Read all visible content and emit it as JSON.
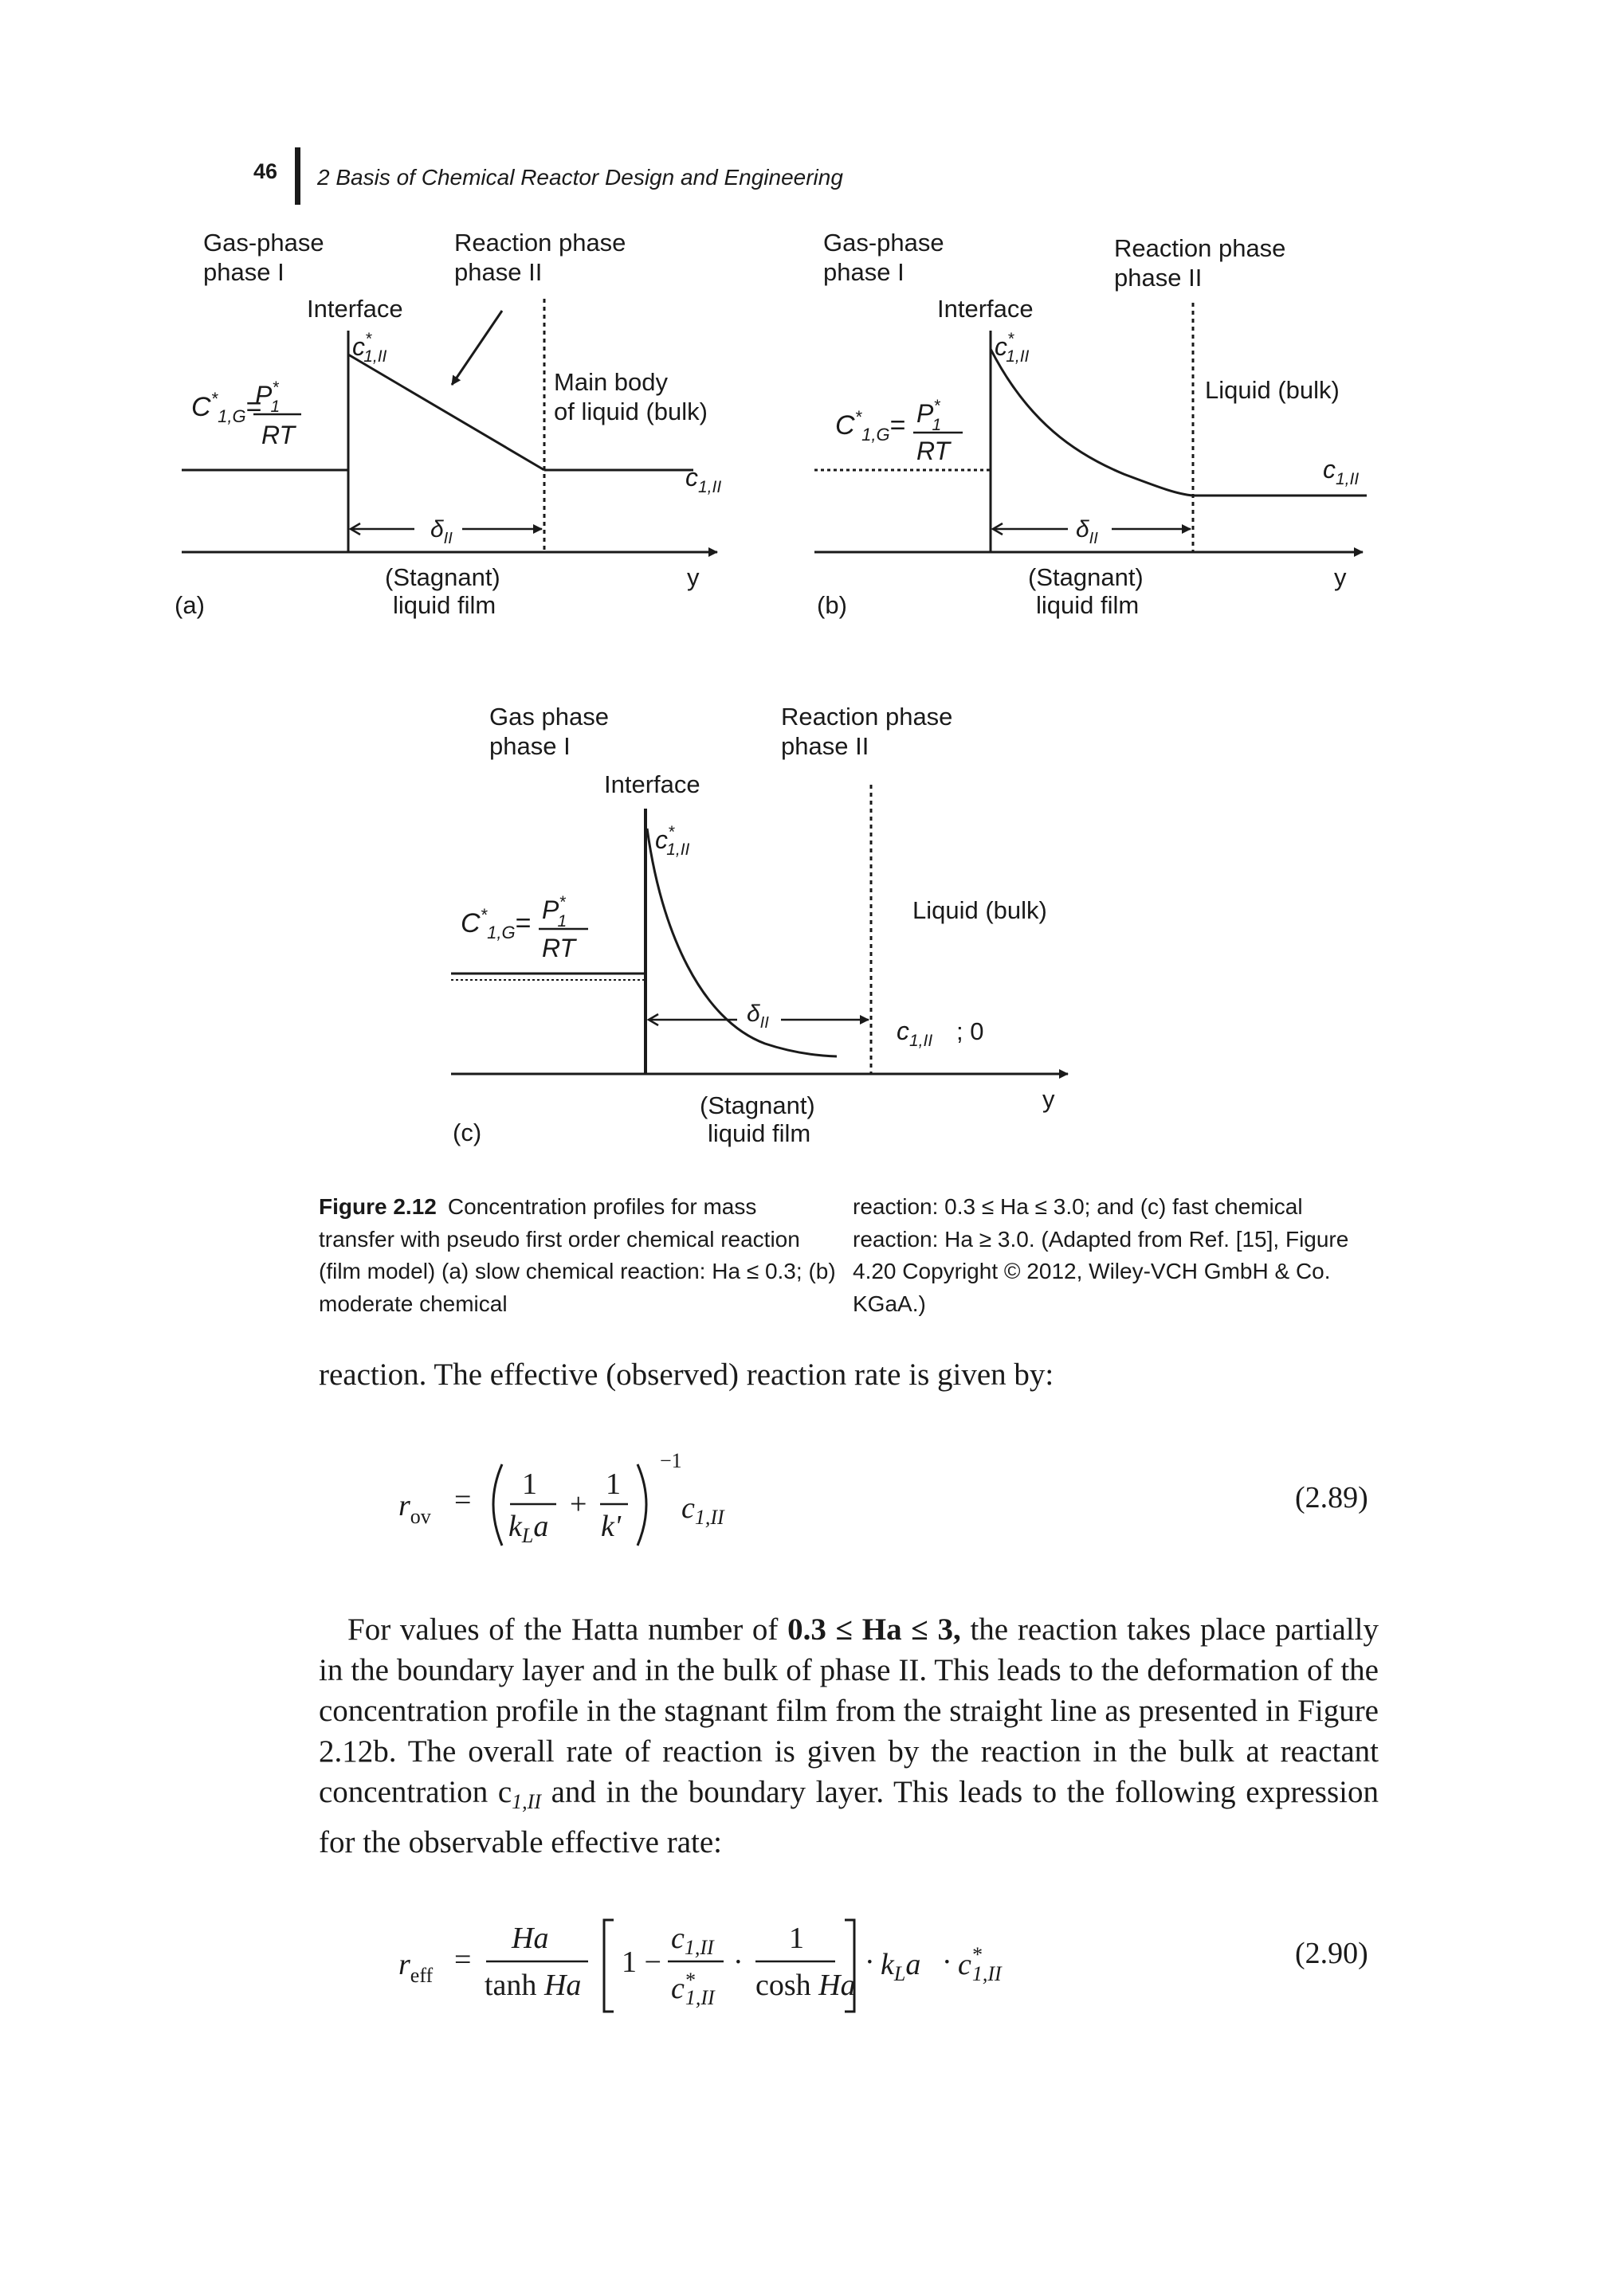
{
  "header": {
    "page_number": "46",
    "chapter": "2  Basis of Chemical Reactor Design and Engineering"
  },
  "figure": {
    "panel_a": {
      "tag": "(a)",
      "gas_label_1": "Gas-phase",
      "gas_label_2": "phase I",
      "reaction_label_1": "Reaction phase",
      "reaction_label_2": "phase II",
      "interface": "Interface",
      "bulk_label_1": "Main body",
      "bulk_label_2": "of liquid (bulk)",
      "film_label_1": "(Stagnant)",
      "film_label_2": "liquid film",
      "axis": "y"
    },
    "panel_b": {
      "tag": "(b)",
      "gas_label_1": "Gas-phase",
      "gas_label_2": "phase I",
      "reaction_label_1": "Reaction phase",
      "reaction_label_2": "phase II",
      "interface": "Interface",
      "bulk_label": "Liquid (bulk)",
      "film_label_1": "(Stagnant)",
      "film_label_2": "liquid film",
      "axis": "y"
    },
    "panel_c": {
      "tag": "(c)",
      "gas_label_1": "Gas phase",
      "gas_label_2": "phase I",
      "reaction_label_1": "Reaction phase",
      "reaction_label_2": "phase II",
      "interface": "Interface",
      "bulk_label": "Liquid (bulk)",
      "bulk_conc_value": "; 0",
      "film_label_1": "(Stagnant)",
      "film_label_2": "liquid film",
      "axis": "y"
    }
  },
  "caption": {
    "title": "Figure 2.12",
    "col1": "Concentration profiles for mass transfer with pseudo first order chemical reaction (film model) (a) slow chemical reaction: Ha ≤ 0.3; (b) moderate chemical",
    "col2": "reaction: 0.3 ≤ Ha ≤ 3.0; and (c) fast chemical reaction: Ha ≥ 3.0. (Adapted from Ref. [15], Figure 4.20 Copyright © 2012, Wiley-VCH GmbH & Co. KGaA.)"
  },
  "body": {
    "p1": "reaction. The effective (observed) reaction rate is given by:",
    "p2_lead": "For values of the Hatta number of ",
    "p2_range": "0.3 ≤ Ha ≤ 3,",
    "p2_a": " the reaction takes place partially in the boundary layer and in the bulk of phase II. This leads to the deformation of the concentration profile in the stagnant film from the straight line as presented in Figure 2.12b. The overall rate of reaction is given by the reaction in the bulk at reactant concentration c",
    "p2_sub": "1,II",
    "p2_b": " and in the boundary layer. This leads to the following expression for the observable effective rate:"
  },
  "equations": {
    "eq289_number": "(2.89)",
    "eq290_number": "(2.90)"
  }
}
